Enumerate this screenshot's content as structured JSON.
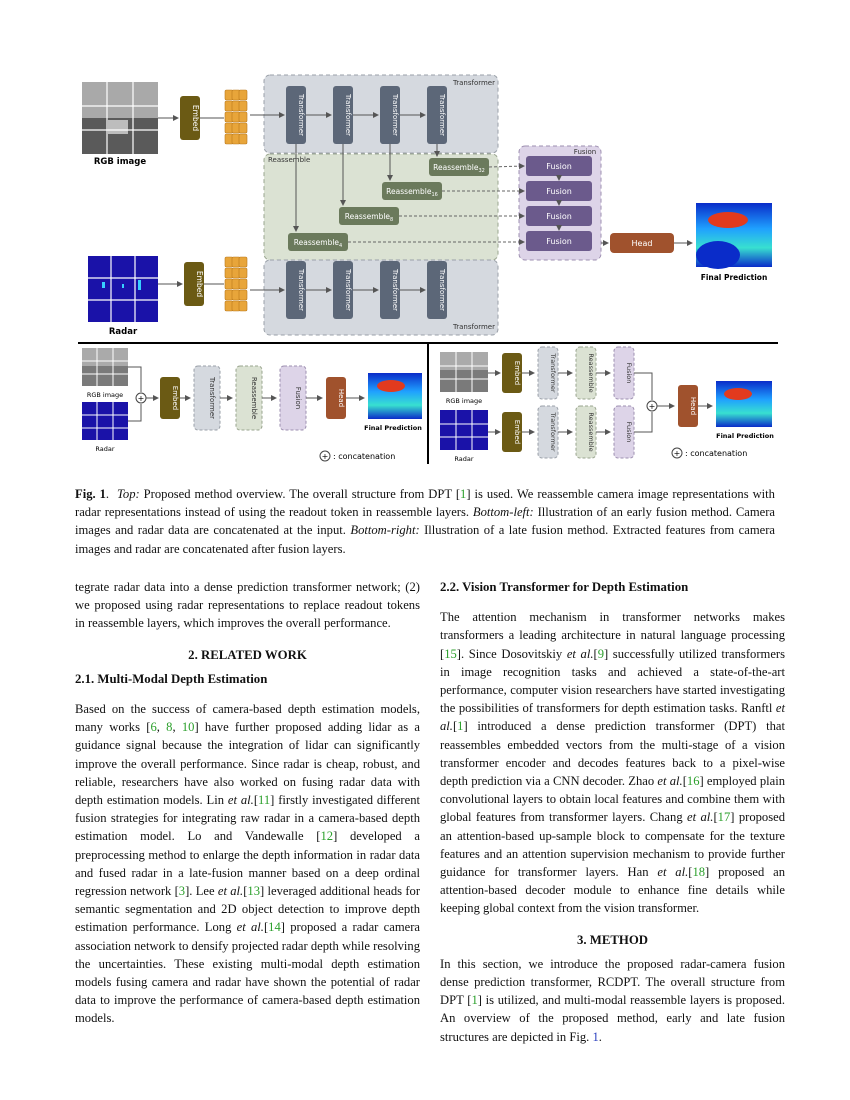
{
  "figure": {
    "rgb_label": "RGB image",
    "radar_label": "Radar",
    "embed": "Embed",
    "transformer": "Transformer",
    "reassemble": "Reassemble",
    "fusion": "Fusion",
    "head": "Head",
    "final_prediction": "Final Prediction",
    "reassemble_levels": [
      "4",
      "8",
      "16",
      "32"
    ],
    "concat_note": ": concatenation",
    "concat_symbol": "+",
    "colors": {
      "embed": "#6b5a14",
      "transformer": "#5c6778",
      "reassemble": "#6b7a5c",
      "fusion": "#6b5a8c",
      "head": "#a0522d",
      "token": "#e8a53a",
      "transformer_bg": "#d5d9df",
      "reassemble_bg": "#dbe2d3",
      "fusion_bg": "#ddd4e8"
    }
  },
  "caption": {
    "label": "Fig. 1",
    "top_label": "Top:",
    "top_text_1": " Proposed method overview. The overall structure from DPT [",
    "ref1": "1",
    "top_text_2": "] is used. We reassemble camera image representations with radar representations instead of using the readout token in reassemble layers. ",
    "bl_label": "Bottom-left:",
    "bl_text": " Illustration of an early fusion method. Camera images and radar data are concatenated at the input. ",
    "br_label": "Bottom-right:",
    "br_text": " Illustration of a late fusion method. Extracted features from camera images and radar are concatenated after fusion layers."
  },
  "left": {
    "intro": "tegrate radar data into a dense prediction transformer network; (2) we proposed using radar representations to replace readout tokens in reassemble layers, which improves the overall performance.",
    "sec2_title": "2. RELATED WORK",
    "sub21_title": "2.1. Multi-Modal Depth Estimation"
  },
  "right": {
    "sub22_title": "2.2. Vision Transformer for Depth Estimation",
    "sec3_title": "3. METHOD"
  }
}
